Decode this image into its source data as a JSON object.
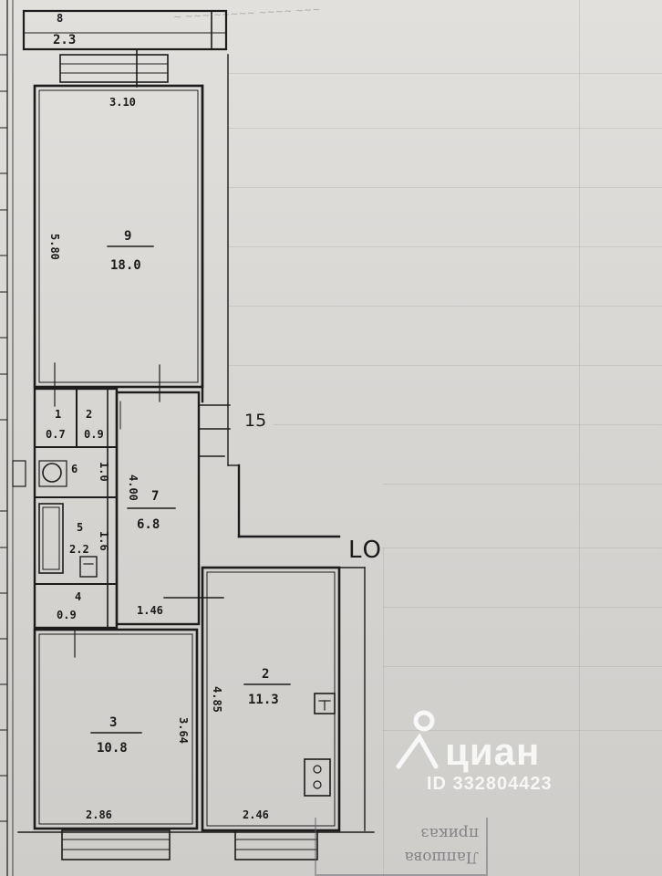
{
  "plan": {
    "balcony_label": "2.3",
    "balcony_number": "8",
    "main_section_label": "15",
    "right_label": "LO",
    "rooms": [
      {
        "number": "9",
        "area": "18.0",
        "width": "3.10",
        "length": "5.80"
      },
      {
        "number": "1",
        "area": "0.7"
      },
      {
        "number": "2",
        "area": "0.9"
      },
      {
        "number": "6",
        "area": "1.0"
      },
      {
        "number": "5",
        "area": "2.2"
      },
      {
        "number": "4",
        "area": "0.9"
      },
      {
        "number": "7",
        "area": "6.8",
        "length": "4.00"
      },
      {
        "number": "3",
        "area": "10.8",
        "width": "2.86",
        "length": "3.64"
      },
      {
        "number": "2",
        "area": "11.3",
        "width": "2.46",
        "length": "4.85"
      }
    ],
    "misc_dims": [
      "1.46",
      "1.6"
    ]
  },
  "watermark": {
    "brand": "циан",
    "id_text": "ID 332804423"
  },
  "stamp": {
    "line1": "Лапшова",
    "line2": "приказ"
  },
  "colors": {
    "paper": "#dcdad7",
    "ink": "#1b1b1b",
    "watermark": "#ffffff"
  }
}
